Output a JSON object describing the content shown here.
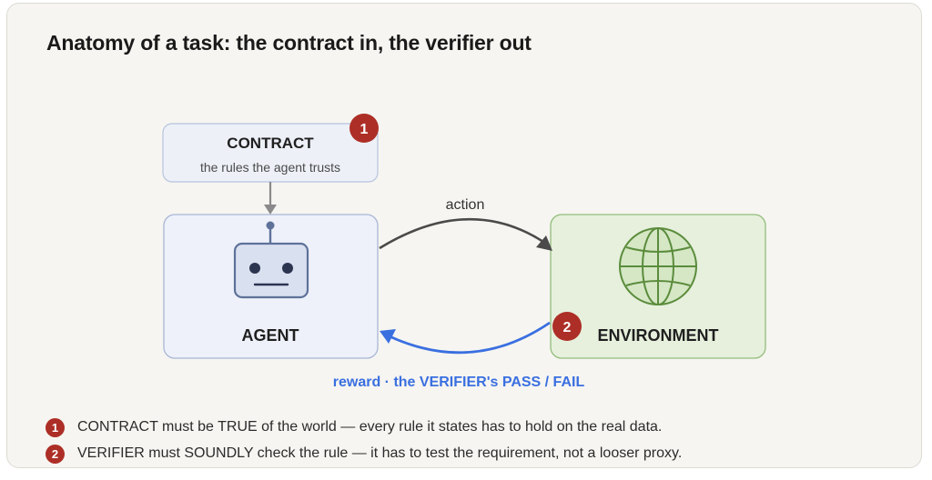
{
  "title": "Anatomy of a task: the contract in, the verifier out",
  "contract": {
    "heading": "CONTRACT",
    "subtitle": "the rules the agent trusts",
    "badge": "1"
  },
  "agent": {
    "label": "AGENT",
    "icon": "robot-icon"
  },
  "environment": {
    "label": "ENVIRONMENT",
    "icon": "globe-icon",
    "badge": "2"
  },
  "arrows": {
    "action_label": "action",
    "reward_label": "reward · the VERIFIER's PASS / FAIL"
  },
  "notes": [
    {
      "badge": "1",
      "text": "CONTRACT must be TRUE of the world — every rule it states has to hold on the real data."
    },
    {
      "badge": "2",
      "text": "VERIFIER must SOUNDLY check the rule — it has to test the requirement, not a looser proxy."
    }
  ],
  "colors": {
    "background": "#f6f5f1",
    "contract_fill": "#edf0f7",
    "agent_fill": "#eef1f9",
    "agent_stroke": "#a9b7d6",
    "environment_fill": "#e6f0dc",
    "environment_stroke": "#94bd7c",
    "globe": "#5b8c3c",
    "badge": "#ad2e26",
    "reward_arrow": "#3a6fe0",
    "action_arrow": "#4a4a4a"
  }
}
